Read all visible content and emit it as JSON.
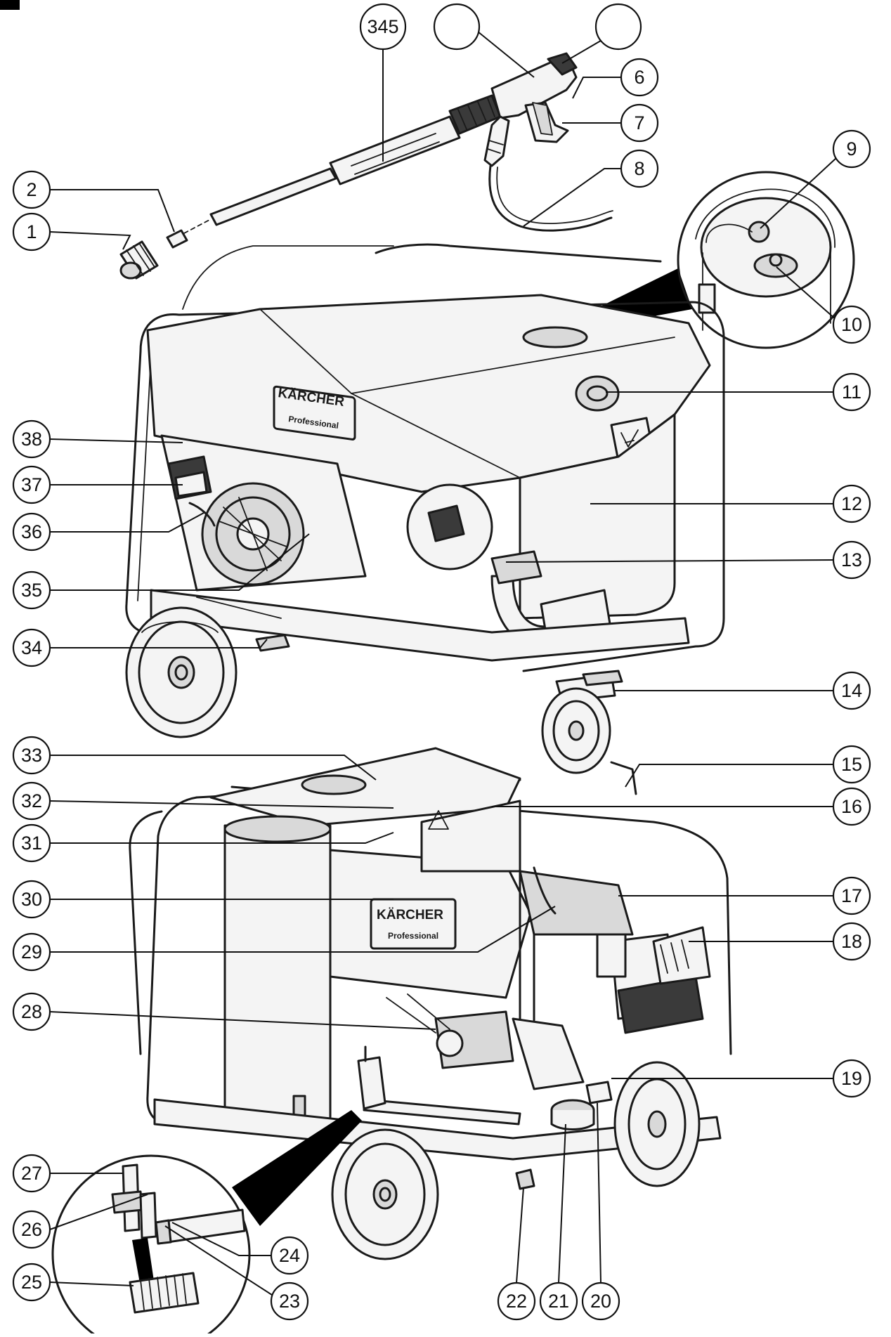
{
  "figure": {
    "corner_tag": "",
    "callouts": [
      {
        "id": "c-345",
        "label": "345"
      },
      {
        "id": "c-4",
        "label": ""
      },
      {
        "id": "c-5",
        "label": ""
      },
      {
        "id": "c-6",
        "label": "6"
      },
      {
        "id": "c-7",
        "label": "7"
      },
      {
        "id": "c-8",
        "label": "8"
      },
      {
        "id": "c-9",
        "label": "9"
      },
      {
        "id": "c-10",
        "label": "10"
      },
      {
        "id": "c-11",
        "label": "11"
      },
      {
        "id": "c-12",
        "label": "12"
      },
      {
        "id": "c-13",
        "label": "13"
      },
      {
        "id": "c-14",
        "label": "14"
      },
      {
        "id": "c-15",
        "label": "15"
      },
      {
        "id": "c-16",
        "label": "16"
      },
      {
        "id": "c-17",
        "label": "17"
      },
      {
        "id": "c-18",
        "label": "18"
      },
      {
        "id": "c-19",
        "label": "19"
      },
      {
        "id": "c-20",
        "label": "20"
      },
      {
        "id": "c-21",
        "label": "21"
      },
      {
        "id": "c-22",
        "label": "22"
      },
      {
        "id": "c-23",
        "label": "23"
      },
      {
        "id": "c-24",
        "label": "24"
      },
      {
        "id": "c-25",
        "label": "25"
      },
      {
        "id": "c-26",
        "label": "26"
      },
      {
        "id": "c-27",
        "label": "27"
      },
      {
        "id": "c-28",
        "label": "28"
      },
      {
        "id": "c-29",
        "label": "29"
      },
      {
        "id": "c-30",
        "label": "30"
      },
      {
        "id": "c-31",
        "label": "31"
      },
      {
        "id": "c-32",
        "label": "32"
      },
      {
        "id": "c-33",
        "label": "33"
      },
      {
        "id": "c-34",
        "label": "34"
      },
      {
        "id": "c-35",
        "label": "35"
      },
      {
        "id": "c-36",
        "label": "36"
      },
      {
        "id": "c-37",
        "label": "37"
      },
      {
        "id": "c-38",
        "label": "38"
      },
      {
        "id": "c-1",
        "label": "1"
      },
      {
        "id": "c-2",
        "label": "2"
      }
    ],
    "brand_top": "KÄRCHER",
    "brand_top_sub": "Professional",
    "brand_bottom": "KÄRCHER",
    "brand_bottom_sub": "Professional"
  }
}
